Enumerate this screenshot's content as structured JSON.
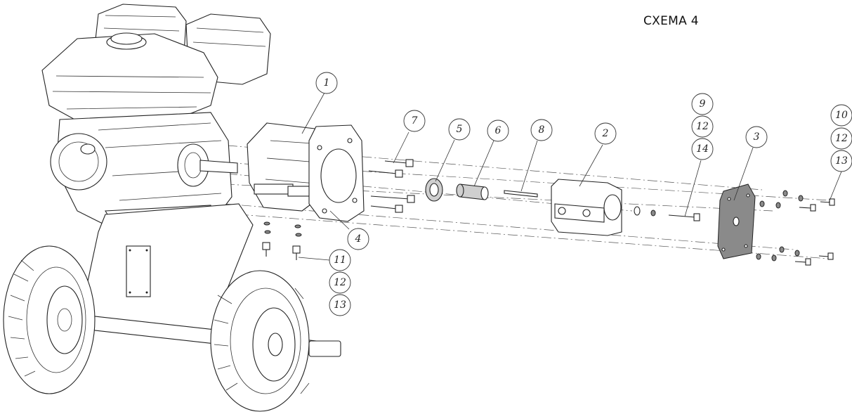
{
  "title": "СХЕМА 4",
  "callouts": [
    {
      "id": "c1",
      "text": "1"
    },
    {
      "id": "c2",
      "text": "2"
    },
    {
      "id": "c3",
      "text": "3"
    },
    {
      "id": "c4",
      "text": "4"
    },
    {
      "id": "c5",
      "text": "5"
    },
    {
      "id": "c6",
      "text": "6"
    },
    {
      "id": "c7",
      "text": "7"
    },
    {
      "id": "c8",
      "text": "8"
    },
    {
      "id": "c9",
      "text": "9"
    },
    {
      "id": "c12a",
      "text": "12"
    },
    {
      "id": "c14",
      "text": "14"
    },
    {
      "id": "c10",
      "text": "10"
    },
    {
      "id": "c12b",
      "text": "12"
    },
    {
      "id": "c13a",
      "text": "13"
    },
    {
      "id": "c11",
      "text": "11"
    },
    {
      "id": "c12c",
      "text": "12"
    },
    {
      "id": "c13b",
      "text": "13"
    }
  ]
}
